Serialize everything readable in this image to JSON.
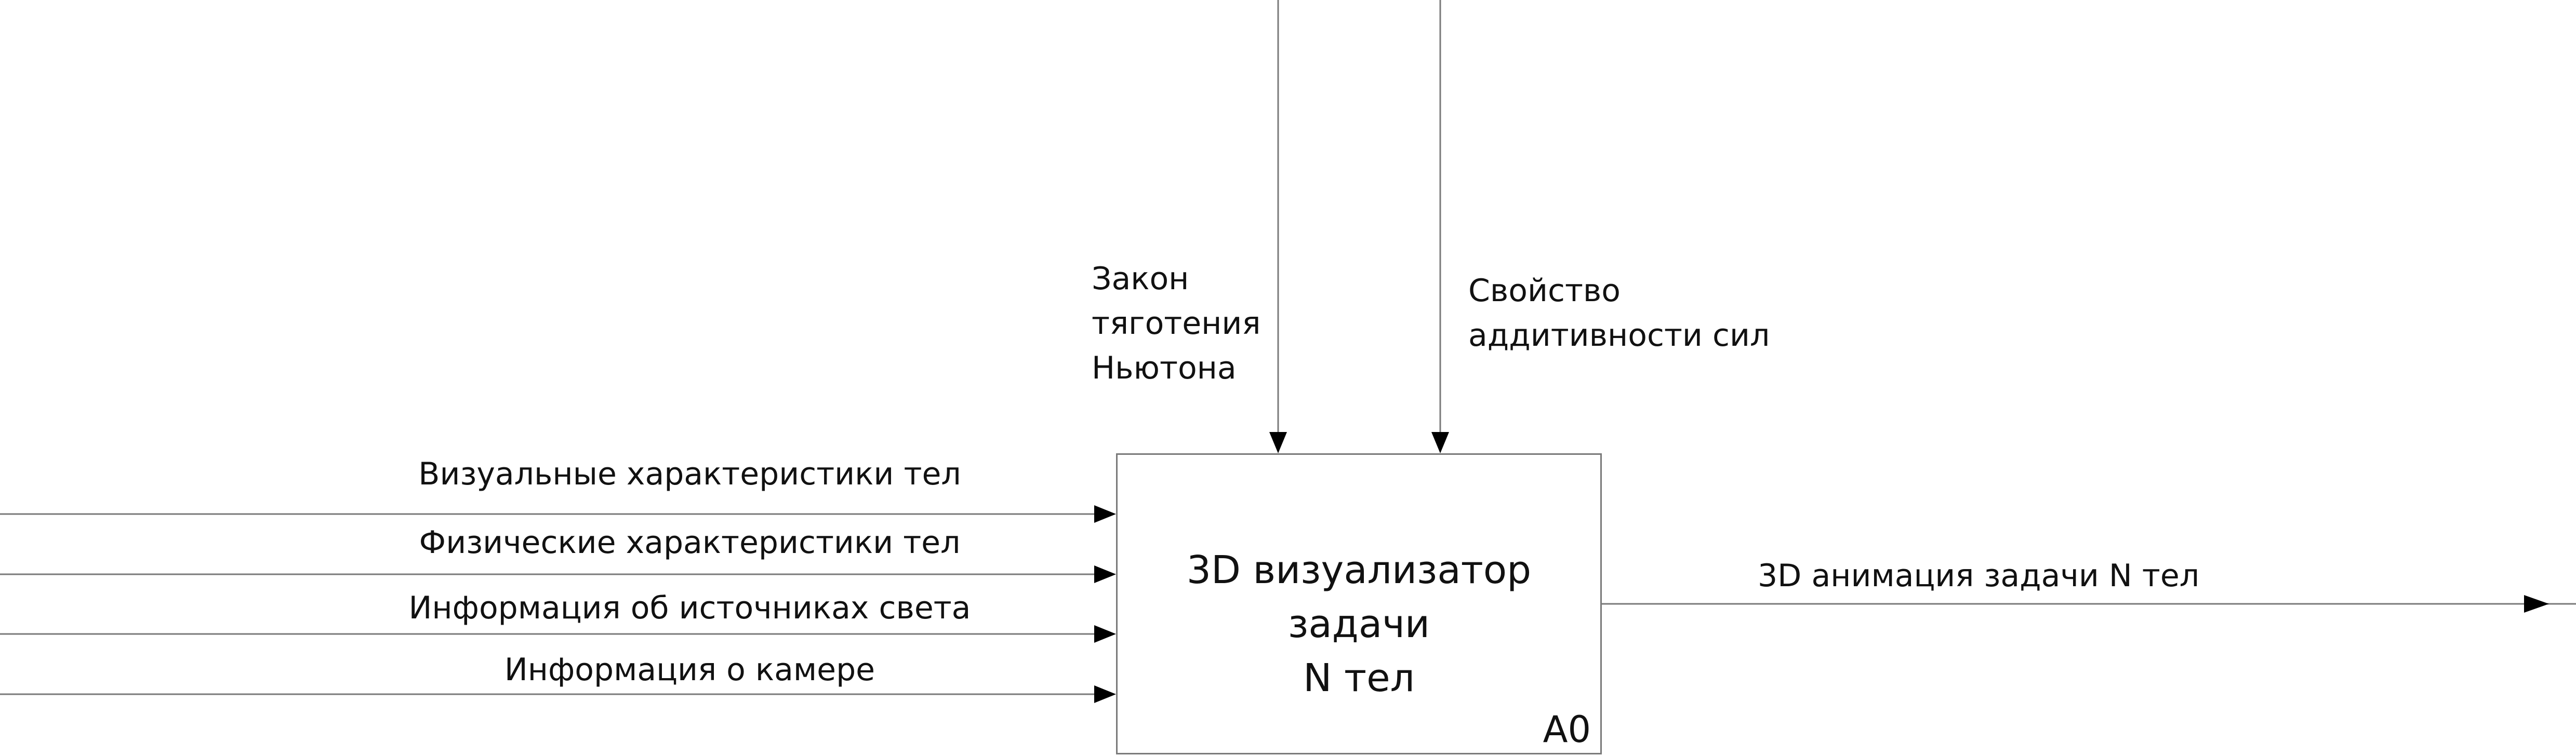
{
  "function_box": {
    "title_line1": "3D визуализатор задачи",
    "title_line2": "N тел",
    "node_id": "A0"
  },
  "controls": {
    "newton_law": [
      "Закон",
      "тяготения",
      "Ньютона"
    ],
    "additivity": [
      "Свойство",
      "аддитивности сил"
    ]
  },
  "inputs": [
    "Визуальные характеристики тел",
    "Физические характеристики тел",
    "Информация об источниках света",
    "Информация о камере"
  ],
  "output": "3D анимация задачи N тел",
  "colors": {
    "line": "#7a7a7a",
    "arrowhead": "#000000",
    "text": "#111111"
  }
}
